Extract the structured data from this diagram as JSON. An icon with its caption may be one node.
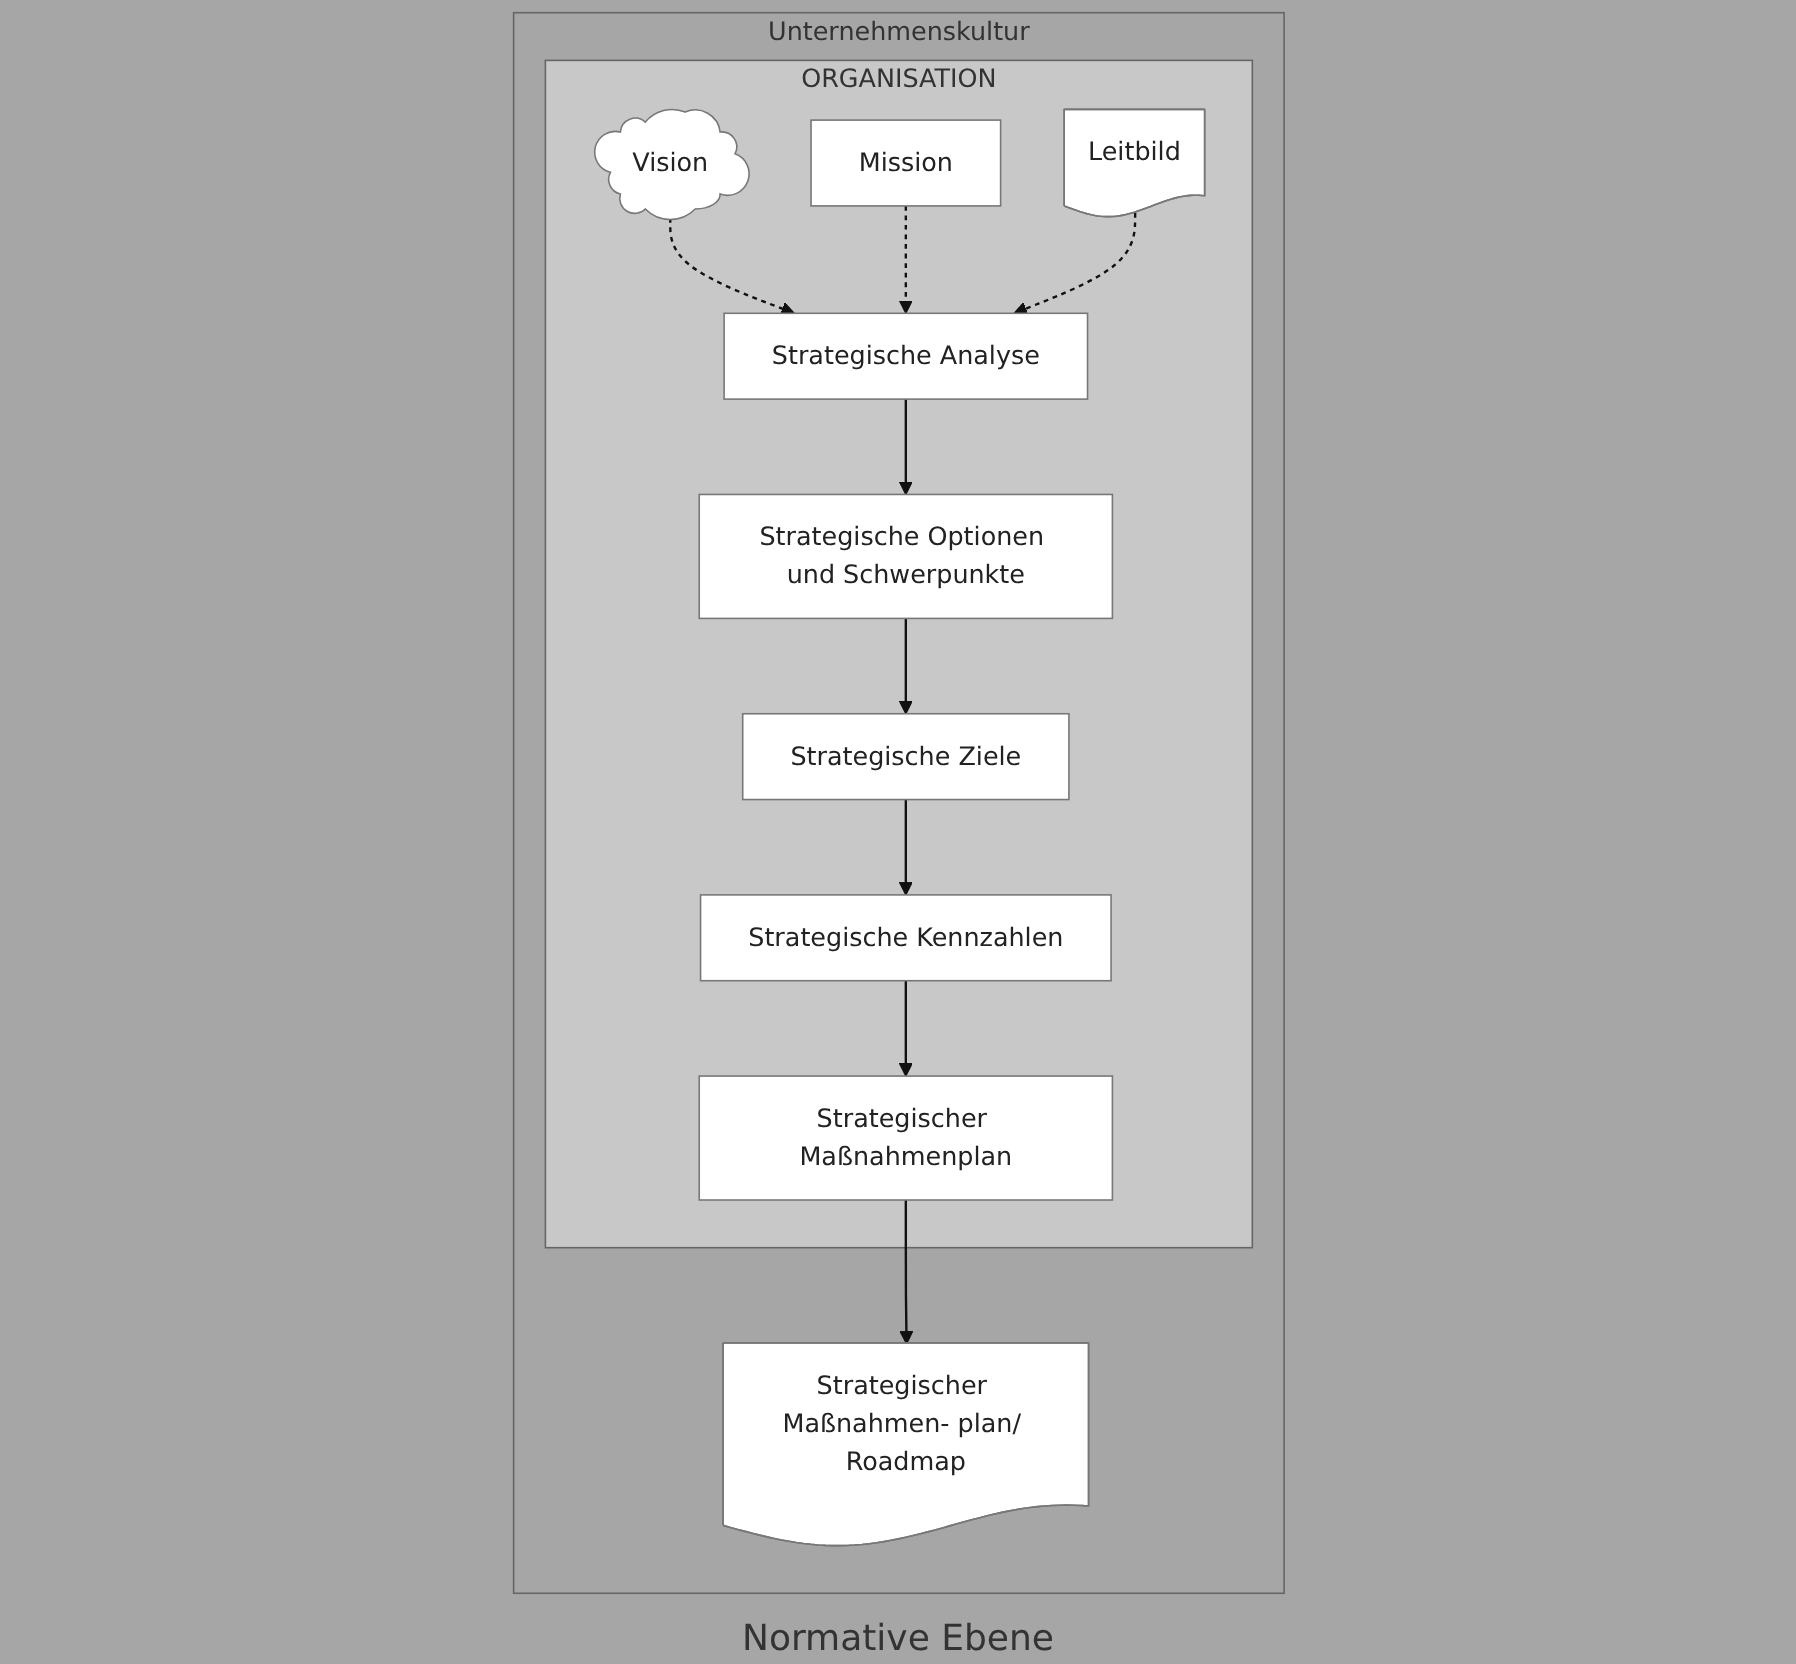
{
  "diagram": {
    "nodes": [
      {
        "text": [
          "Unternehmenskultur"
        ]
      },
      {
        "text": [
          "ORGANISATION"
        ],
        "in": 0
      },
      {
        "text": [
          "Vision"
        ],
        "in": 1
      },
      {
        "text": [
          "Mission"
        ],
        "in": 1
      },
      {
        "text": [
          "Leitbild"
        ],
        "in": 1
      },
      {
        "text": [
          "Strategische Analyse"
        ],
        "in": 1
      },
      {
        "text": [
          "Strategische Optionen und Schwerpunkte"
        ],
        "in": 1
      },
      {
        "text": [
          "Strategische Ziele"
        ],
        "in": 1
      },
      {
        "text": [
          "Strategische Kennzahlen"
        ],
        "in": 1
      },
      {
        "text": [
          "Strategischer Maßnahmenplan"
        ],
        "in": 1
      },
      {
        "text": [
          "Strategischer Maßnahmen- plan/ Roadmap"
        ],
        "in": 0
      }
    ],
    "edges": [
      {
        "from": 2,
        "to": 5,
        "arrow": "to",
        "style": "dashed"
      },
      {
        "from": 3,
        "to": 5,
        "arrow": "to",
        "style": "dashed"
      },
      {
        "from": 4,
        "to": 5,
        "arrow": "to",
        "style": "dashed"
      },
      {
        "from": 5,
        "to": 6,
        "arrow": "to"
      },
      {
        "from": 6,
        "to": 7,
        "arrow": "to"
      },
      {
        "from": 7,
        "to": 8,
        "arrow": "to"
      },
      {
        "from": 8,
        "to": 9,
        "arrow": "to"
      },
      {
        "from": 9,
        "to": 10,
        "arrow": "to"
      }
    ],
    "labels": [
      "Normative Ebene"
    ]
  }
}
